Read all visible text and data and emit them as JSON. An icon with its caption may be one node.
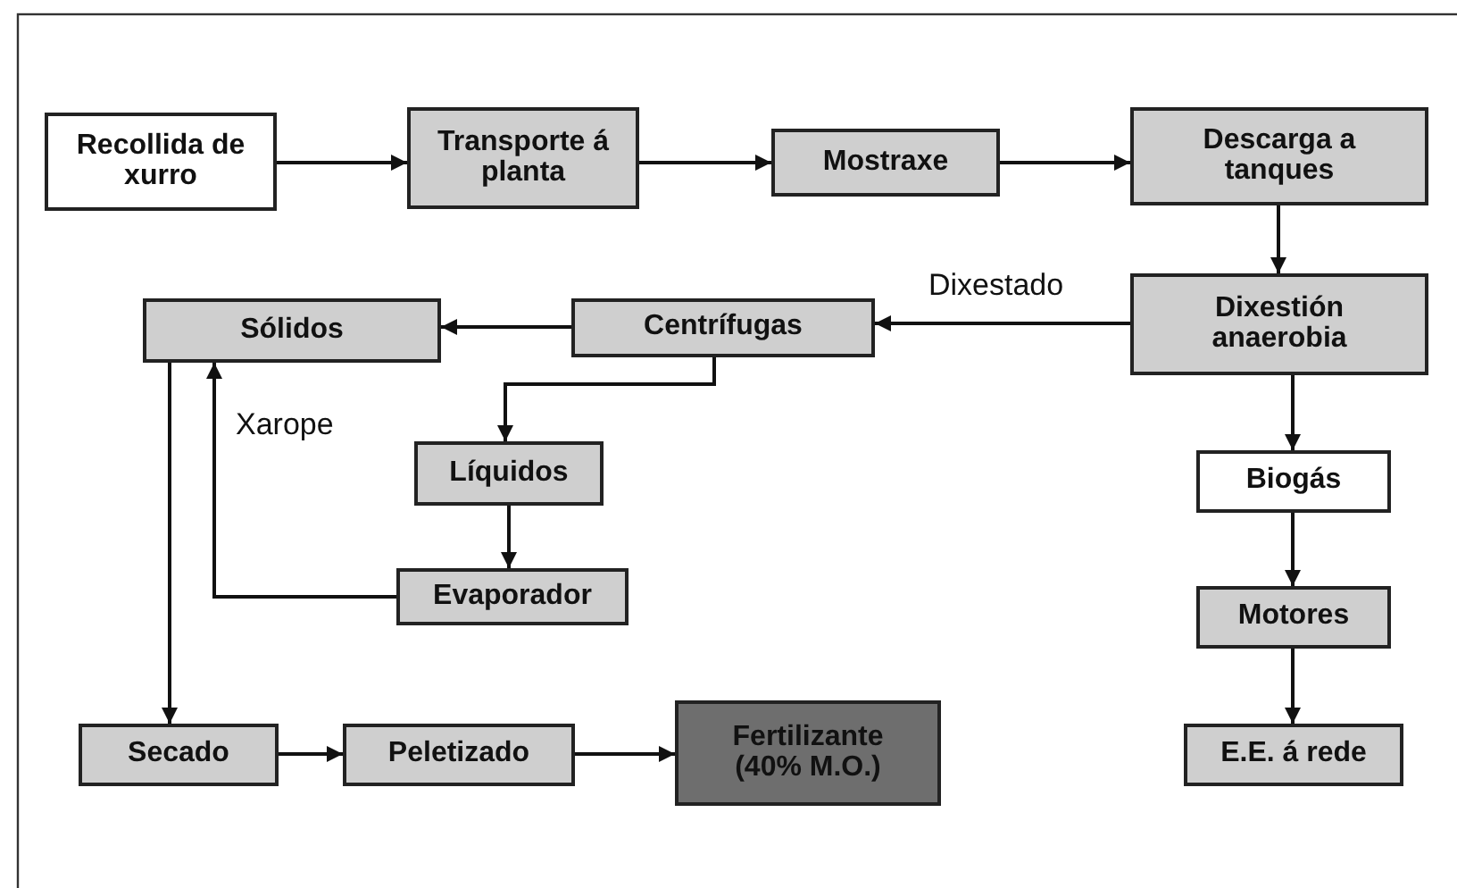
{
  "diagram": {
    "nodes": [
      {
        "text": [
          "Recollida de xurro"
        ]
      },
      {
        "text": [
          "Transporte á planta"
        ]
      },
      {
        "text": [
          "Mostraxe"
        ]
      },
      {
        "text": [
          "Descarga a tanques"
        ]
      },
      {
        "text": [
          "Dixestión anaerobia"
        ]
      },
      {
        "text": [
          "Centrífugas"
        ]
      },
      {
        "text": [
          "Sólidos"
        ]
      },
      {
        "text": [
          "Líquidos"
        ]
      },
      {
        "text": [
          "Evaporador"
        ]
      },
      {
        "text": [
          "Biogás"
        ]
      },
      {
        "text": [
          "Motores"
        ]
      },
      {
        "text": [
          "Secado"
        ]
      },
      {
        "text": [
          "Peletizado"
        ]
      },
      {
        "text": [
          "Fertilizante (40% M.O.)"
        ]
      },
      {
        "text": [
          "E.E. á rede"
        ]
      }
    ],
    "edges": [
      {
        "from": 0,
        "to": 1,
        "arrow": "to"
      },
      {
        "from": 1,
        "to": 2,
        "arrow": "to"
      },
      {
        "from": 2,
        "to": 3,
        "arrow": "to"
      },
      {
        "from": 3,
        "to": 4,
        "arrow": "to"
      },
      {
        "from": 4,
        "to": 5,
        "arrow": "to",
        "label": "Dixestado"
      },
      {
        "from": 5,
        "to": 6,
        "arrow": "to"
      },
      {
        "from": 5,
        "to": 7,
        "arrow": "to"
      },
      {
        "from": 7,
        "to": 8,
        "arrow": "to"
      },
      {
        "from": 8,
        "to": 6,
        "arrow": "to",
        "label": "Xarope"
      },
      {
        "from": 6,
        "to": 11,
        "arrow": "to"
      },
      {
        "from": 11,
        "to": 12,
        "arrow": "to"
      },
      {
        "from": 12,
        "to": 13,
        "arrow": "to"
      },
      {
        "from": 4,
        "to": 9,
        "arrow": "to"
      },
      {
        "from": 9,
        "to": 10,
        "arrow": "to"
      },
      {
        "from": 10,
        "to": 14,
        "arrow": "to"
      }
    ]
  }
}
